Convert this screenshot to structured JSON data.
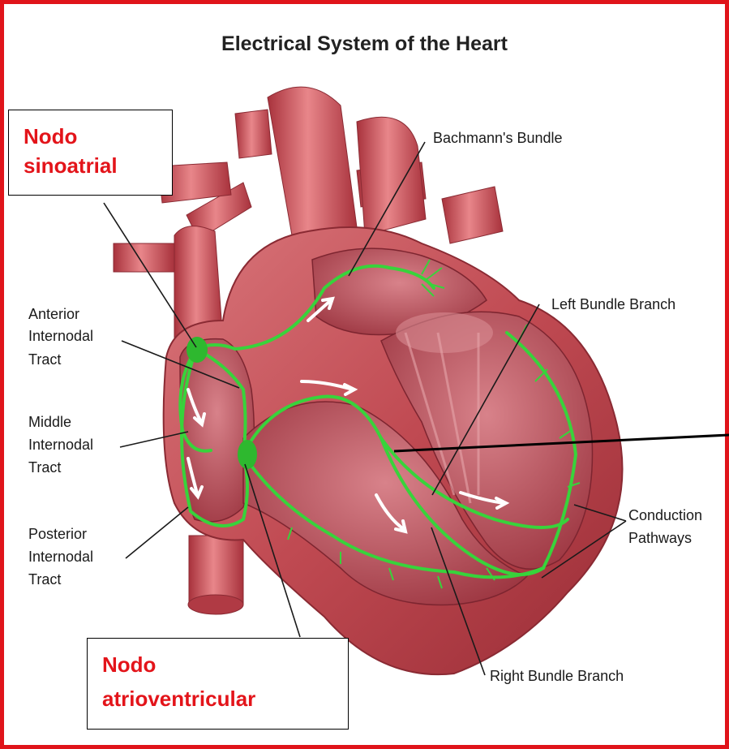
{
  "diagram": {
    "title": "Electrical System of the Heart",
    "labels": {
      "bachmann": "Bachmann's Bundle",
      "left_bundle": "Left Bundle Branch",
      "anterior_1": "Anterior",
      "anterior_2": "Internodal",
      "anterior_3": "Tract",
      "middle_1": "Middle",
      "middle_2": "Internodal",
      "middle_3": "Tract",
      "posterior_1": "Posterior",
      "posterior_2": "Internodal",
      "posterior_3": "Tract",
      "conduction_1": "Conduction",
      "conduction_2": "Pathways",
      "right_bundle": "Right Bundle Branch"
    },
    "callouts": {
      "sa_1": "Nodo",
      "sa_2": "sinoatrial",
      "av_1": "Nodo",
      "av_2": "atrioventricular"
    },
    "colors": {
      "frame": "#e0141a",
      "callout_text": "#e3141a",
      "heart": "#c94d55",
      "conduction": "#38d33b"
    }
  }
}
